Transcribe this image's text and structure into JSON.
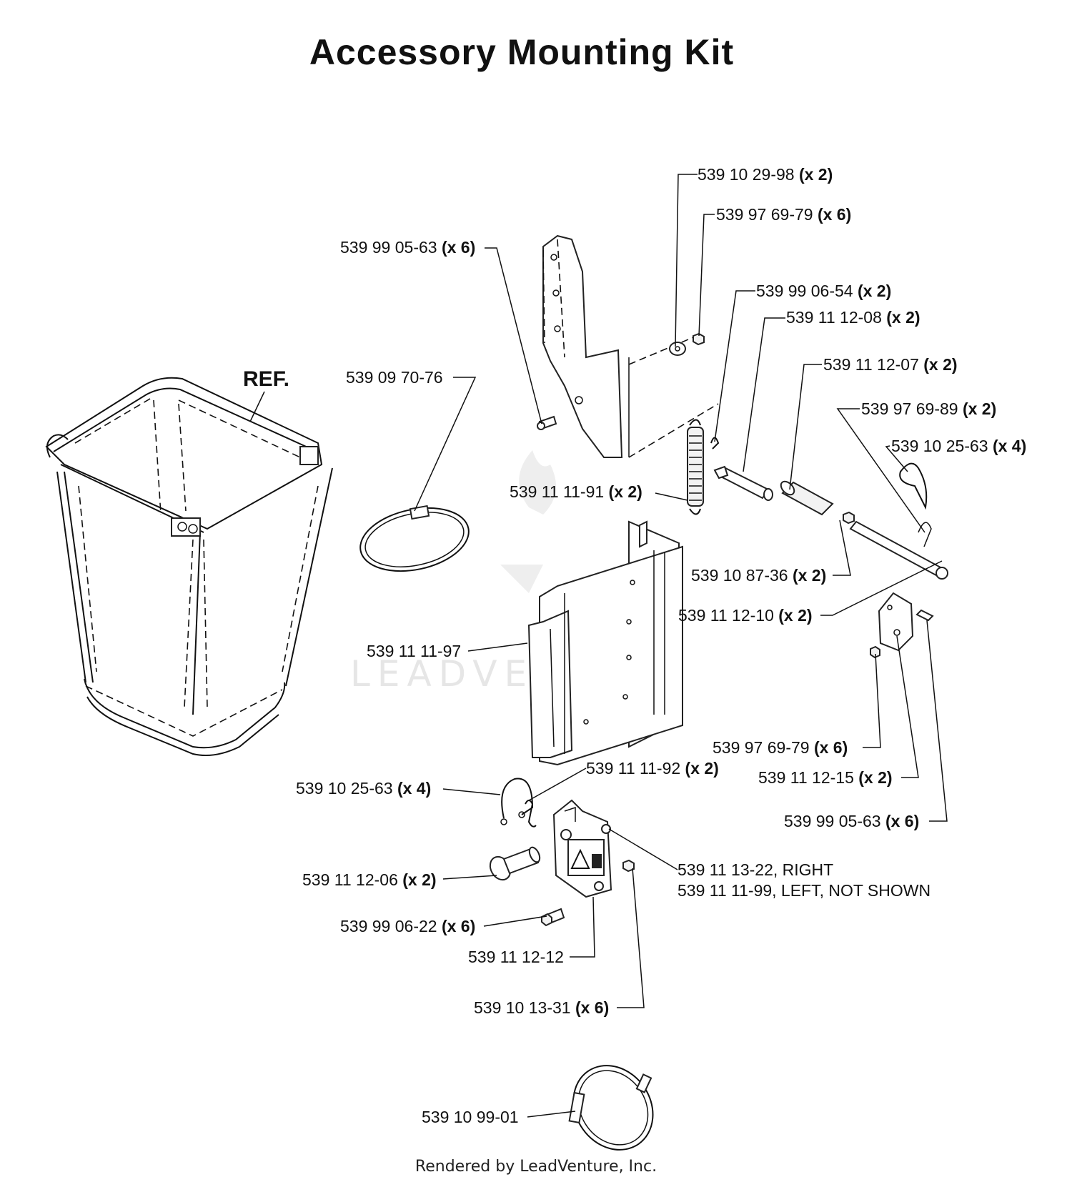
{
  "title": "Accessory Mounting Kit",
  "ref_label": "REF.",
  "watermark": "LEADVENTURE",
  "footer": "Rendered by LeadVenture, Inc.",
  "callouts": [
    {
      "id": "c1",
      "part": "539 10 29-98",
      "qty": "(x 2)"
    },
    {
      "id": "c2",
      "part": "539 97 69-79",
      "qty": "(x 6)"
    },
    {
      "id": "c3",
      "part": "539 99 05-63",
      "qty": "(x 6)"
    },
    {
      "id": "c4",
      "part": "539 99 06-54",
      "qty": "(x 2)"
    },
    {
      "id": "c5",
      "part": "539 11 12-08",
      "qty": "(x 2)"
    },
    {
      "id": "c6",
      "part": "539 11 12-07",
      "qty": "(x 2)"
    },
    {
      "id": "c7",
      "part": "539 09 70-76",
      "qty": ""
    },
    {
      "id": "c8",
      "part": "539 97 69-89",
      "qty": "(x 2)"
    },
    {
      "id": "c9",
      "part": "539 10 25-63",
      "qty": "(x 4)"
    },
    {
      "id": "c10",
      "part": "539 11 11-91",
      "qty": "(x 2)"
    },
    {
      "id": "c11",
      "part": "539 10 87-36",
      "qty": "(x 2)"
    },
    {
      "id": "c12",
      "part": "539 11 12-10",
      "qty": "(x 2)"
    },
    {
      "id": "c13",
      "part": "539 11 11-97",
      "qty": ""
    },
    {
      "id": "c14",
      "part": "539 97 69-79",
      "qty": "(x 6)"
    },
    {
      "id": "c15",
      "part": "539 11 12-15",
      "qty": "(x 2)"
    },
    {
      "id": "c16",
      "part": "539 10 25-63",
      "qty": "(x 4)"
    },
    {
      "id": "c17",
      "part": "539 11 11-92",
      "qty": "(x 2)"
    },
    {
      "id": "c18",
      "part": "539 99 05-63",
      "qty": "(x 6)"
    },
    {
      "id": "c19",
      "part": "539 11 13-22, RIGHT",
      "qty": ""
    },
    {
      "id": "c19b",
      "part": "539 11 11-99, LEFT, NOT SHOWN",
      "qty": ""
    },
    {
      "id": "c20",
      "part": "539 11 12-06",
      "qty": "(x 2)"
    },
    {
      "id": "c21",
      "part": "539 99 06-22",
      "qty": "(x 6)"
    },
    {
      "id": "c22",
      "part": "539 11 12-12",
      "qty": ""
    },
    {
      "id": "c23",
      "part": "539 10 13-31",
      "qty": "(x 6)"
    },
    {
      "id": "c24",
      "part": "539 10 99-01",
      "qty": ""
    }
  ]
}
